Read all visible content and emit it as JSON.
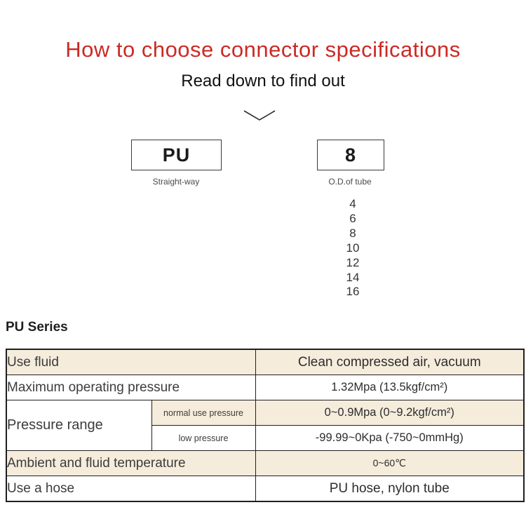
{
  "header": {
    "title": "How to choose connector specifications",
    "subtitle": "Read down to find out"
  },
  "selector": {
    "model_code": "PU",
    "model_caption": "Straight-way",
    "size_code": "8",
    "size_caption": "O.D.of tube",
    "size_options": [
      "4",
      "6",
      "8",
      "10",
      "12",
      "14",
      "16"
    ]
  },
  "series": {
    "heading": "PU Series"
  },
  "spec_table": {
    "rows": {
      "use_fluid": {
        "label": "Use fluid",
        "value": "Clean compressed air, vacuum"
      },
      "max_pressure": {
        "label": "Maximum operating pressure",
        "value": "1.32Mpa (13.5kgf/cm²)"
      },
      "pressure_range": {
        "label": "Pressure range",
        "normal": {
          "label": "normal use pressure",
          "value": "0~0.9Mpa (0~9.2kgf/cm²)"
        },
        "low": {
          "label": "low pressure",
          "value": "-99.99~0Kpa (-750~0mmHg)"
        }
      },
      "temperature": {
        "label": "Ambient and fluid temperature",
        "value": "0~60℃"
      },
      "hose": {
        "label": "Use a hose",
        "value": "PU hose, nylon tube"
      }
    }
  },
  "icons": {
    "chevron_down": "chevron-down"
  },
  "colors": {
    "accent_red": "#cc2a25",
    "row_beige": "#f5ecdc",
    "table_border": "#1f1f1f"
  }
}
